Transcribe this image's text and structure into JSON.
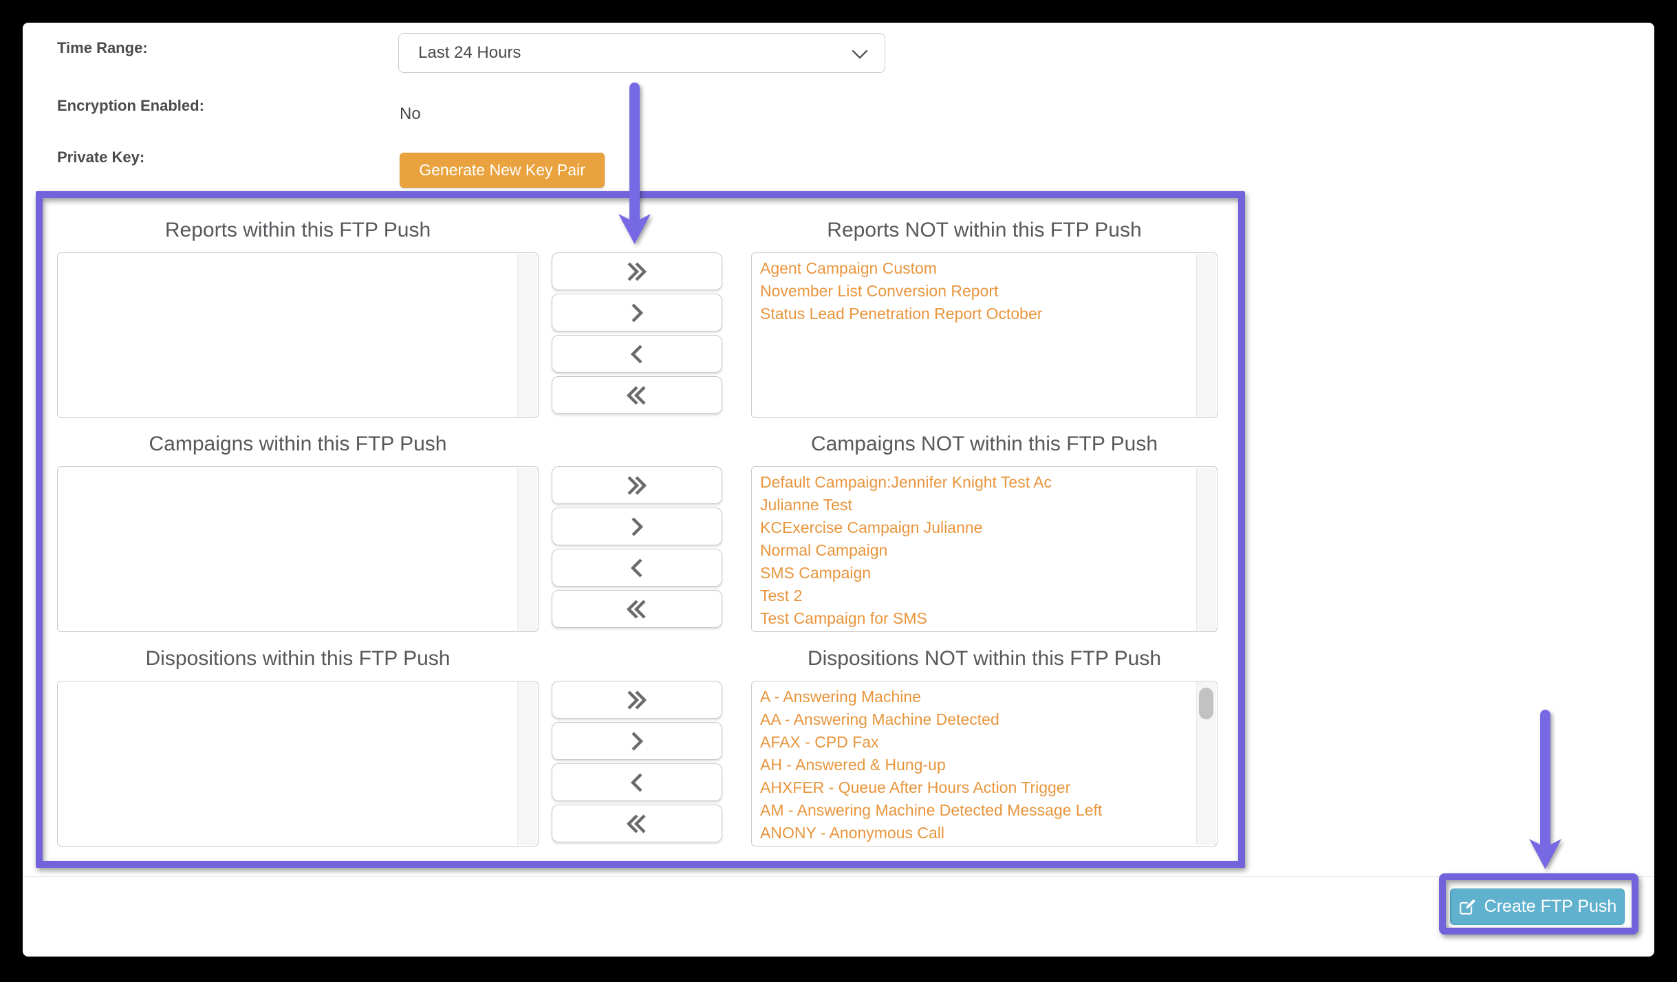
{
  "form": {
    "time_range_label": "Time Range:",
    "time_range_value": "Last 24 Hours",
    "encryption_label": "Encryption Enabled:",
    "encryption_value": "No",
    "private_key_label": "Private Key:",
    "generate_button_label": "Generate New Key Pair"
  },
  "transfer_buttons": [
    {
      "name": "move-all-right",
      "icon": "double-angle-right-icon",
      "dir": "right",
      "count": 2
    },
    {
      "name": "move-right",
      "icon": "angle-right-icon",
      "dir": "right",
      "count": 1
    },
    {
      "name": "move-left",
      "icon": "angle-left-icon",
      "dir": "left",
      "count": 1
    },
    {
      "name": "move-all-left",
      "icon": "double-angle-left-icon",
      "dir": "left",
      "count": 2
    }
  ],
  "sections": [
    {
      "id": "reports",
      "left_title": "Reports within this FTP Push",
      "right_title": "Reports NOT within this FTP Push",
      "left_items": [],
      "right_items": [
        "Agent Campaign Custom",
        "November List Conversion Report",
        "Status Lead Penetration Report October"
      ],
      "right_scroll_thumb": false
    },
    {
      "id": "campaigns",
      "left_title": "Campaigns within this FTP Push",
      "right_title": "Campaigns NOT within this FTP Push",
      "left_items": [],
      "right_items": [
        "Default Campaign:Jennifer Knight Test Ac",
        "Julianne Test",
        "KCExercise Campaign Julianne",
        "Normal Campaign",
        "SMS Campaign",
        "Test 2",
        "Test Campaign for SMS"
      ],
      "right_scroll_thumb": false
    },
    {
      "id": "dispositions",
      "left_title": "Dispositions within this FTP Push",
      "right_title": "Dispositions NOT within this FTP Push",
      "left_items": [],
      "right_items": [
        "A - Answering Machine",
        "AA - Answering Machine Detected",
        "AFAX - CPD Fax",
        "AH - Answered & Hung-up",
        "AHXFER - Queue After Hours Action Trigger",
        "AM - Answering Machine Detected Message Left",
        "ANONY - Anonymous Call"
      ],
      "right_scroll_thumb": true
    }
  ],
  "footer": {
    "create_button_label": "Create FTP Push"
  },
  "colors": {
    "annotation_purple": "#7263DC",
    "arrow_purple": "#7769E3",
    "orange_button": "#E9A23E",
    "list_item_orange": "#E8953C",
    "teal_button": "#5FB1CD"
  }
}
